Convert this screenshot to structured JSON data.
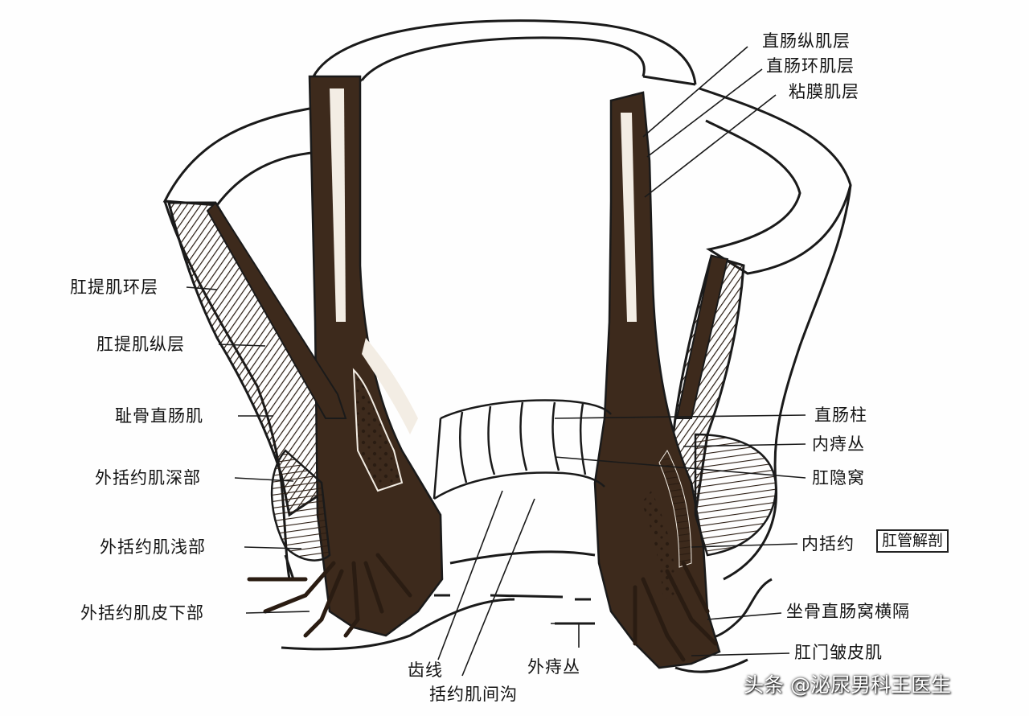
{
  "labels_left": {
    "levator_circular": "肛提肌环层",
    "levator_longitudinal": "肛提肌纵层",
    "puborectalis": "耻骨直肠肌",
    "ext_sphincter_deep": "外括约肌深部",
    "ext_sphincter_superficial": "外括约肌浅部",
    "ext_sphincter_subcutaneous": "外括约肌皮下部"
  },
  "labels_right": {
    "rectal_longitudinal": "直肠纵肌层",
    "rectal_circular": "直肠环肌层",
    "mucosal_muscle": "粘膜肌层",
    "rectal_columns": "直肠柱",
    "internal_plexus": "内痔丛",
    "anal_crypt": "肛隐窝",
    "internal_sphincter": "内括约",
    "ischiorectal_septum": "坐骨直肠窝横隔",
    "corrugator_cutis": "肛门皱皮肌"
  },
  "labels_bottom": {
    "dentate_line": "齿线",
    "external_plexus": "外痔丛",
    "intersphincteric_groove": "括约肌间沟"
  },
  "caption_box": "肛管解剖",
  "watermark": "头条 @泌尿男科王医生",
  "colors": {
    "muscle": "#3d2a1c",
    "outline": "#1a1a1a",
    "background": "#fefefe"
  }
}
